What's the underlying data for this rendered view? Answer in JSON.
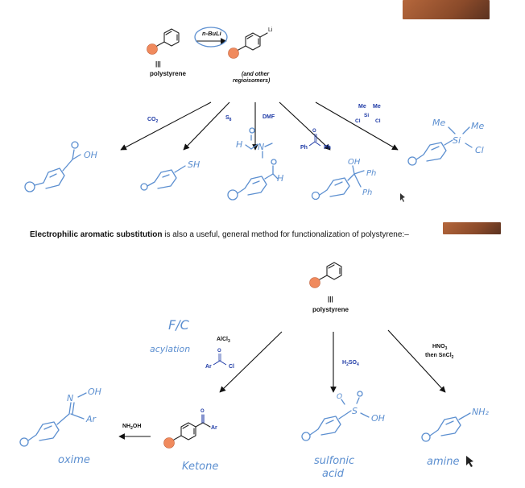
{
  "banner": {
    "bold": "Electrophilic aromatic substitution",
    "rest": " is also a useful, general method for functionalization of polystyrene:–"
  },
  "top": {
    "reagent_main": "n-BuLi",
    "start_label": "polystyrene",
    "triple_bar": "|||",
    "li_label": "Li",
    "product_note_line1": "(and other",
    "product_note_line2": "regioisomers)",
    "reagents": {
      "co2": "CO",
      "co2_sub": "2",
      "s8": "S",
      "s8_sub": "8",
      "dmf": "DMF",
      "ph_left": "Ph",
      "ph_right": "Ph",
      "me_left": "Me",
      "me_right": "Me",
      "si": "Si",
      "cl_left": "Cl",
      "cl_right": "Cl"
    },
    "handwritten": {
      "acid_oh": "OH",
      "acid_o": "O",
      "thiol": "SH",
      "aldehyde_h": "H",
      "aldehyde_o": "O",
      "dmf_h": "H",
      "dmf_n": "N",
      "alcohol_oh": "OH",
      "ph1": "Ph",
      "ph2": "Ph",
      "me1": "Me",
      "me2": "Me",
      "si": "Si",
      "cl": "Cl"
    }
  },
  "bottom": {
    "start_label": "polystyrene",
    "triple_bar": "|||",
    "fc_note_line1": "F/C",
    "fc_note_line2": "acylation",
    "alcl3": "AlCl",
    "alcl3_sub": "3",
    "acyl_ar": "Ar",
    "acyl_cl": "Cl",
    "acyl_o": "O",
    "h2so4_a": "H",
    "h2so4_sub2": "2",
    "h2so4_b": "SO",
    "h2so4_sub4": "4",
    "hno3_a": "HNO",
    "hno3_sub": "3",
    "then": "then SnCl",
    "then_sub": "2",
    "nh2oh": "NH",
    "nh2oh_sub": "2",
    "nh2oh_b": "OH",
    "ketone_ar": "Ar",
    "ketone_o": "O",
    "handwritten": {
      "oxime_n": "N",
      "oxime_oh": "OH",
      "oxime_ar": "Ar",
      "oxime_label": "oxime",
      "ketone_label": "Ketone",
      "sulfonic_label_1": "sulfonic",
      "sulfonic_label_2": "acid",
      "so3h_s": "S",
      "so3h_oh": "OH",
      "so3h_o": "O",
      "amine_nh2": "NH₂",
      "amine_label": "amine"
    }
  }
}
